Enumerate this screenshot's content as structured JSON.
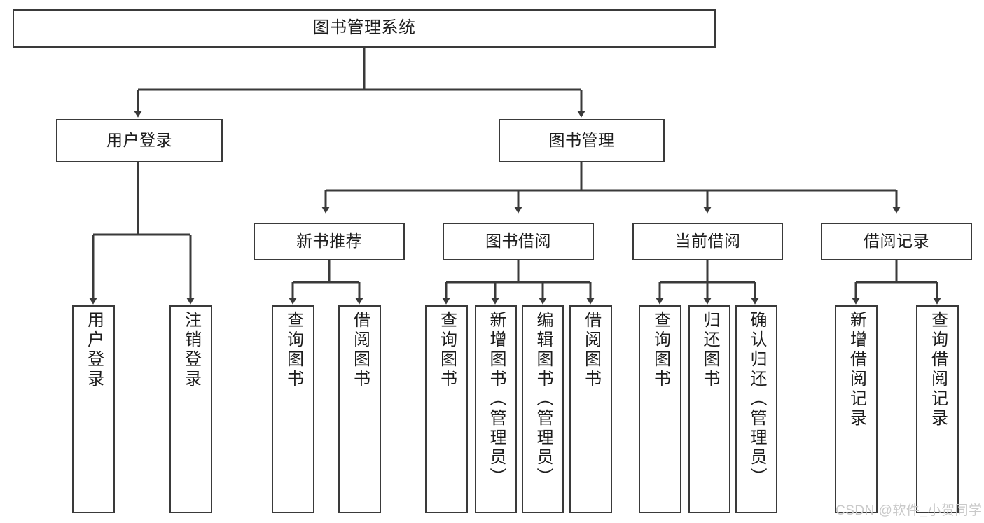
{
  "diagram": {
    "type": "tree-structure-chart",
    "title": "图书管理系统",
    "stroke_color": "#3a3a3a",
    "background_color": "#ffffff",
    "text_color": "#1c1c1c",
    "nodes": {
      "root": {
        "label": "图书管理系统",
        "level": 1
      },
      "l2": [
        {
          "id": "user-login",
          "label": "用户登录",
          "level": 2
        },
        {
          "id": "book-manage",
          "label": "图书管理",
          "level": 2
        }
      ],
      "l3": [
        {
          "id": "new-book-recommend",
          "label": "新书推荐",
          "level": 3
        },
        {
          "id": "book-borrow",
          "label": "图书借阅",
          "level": 3
        },
        {
          "id": "current-borrow",
          "label": "当前借阅",
          "level": 3
        },
        {
          "id": "borrow-record",
          "label": "借阅记录",
          "level": 3
        }
      ],
      "leaves": [
        {
          "id": "leaf-user-login",
          "label": "用户登录",
          "parent": "user-login"
        },
        {
          "id": "leaf-logout-login",
          "label": "注销登录",
          "parent": "user-login"
        },
        {
          "id": "leaf-query-book-1",
          "label": "查询图书",
          "parent": "new-book-recommend"
        },
        {
          "id": "leaf-borrow-book-1",
          "label": "借阅图书",
          "parent": "new-book-recommend"
        },
        {
          "id": "leaf-query-book-2",
          "label": "查询图书",
          "parent": "book-borrow"
        },
        {
          "id": "leaf-add-book",
          "label": "新增图书（管理员）",
          "parent": "book-borrow"
        },
        {
          "id": "leaf-edit-book",
          "label": "编辑图书（管理员）",
          "parent": "book-borrow"
        },
        {
          "id": "leaf-borrow-book-2",
          "label": "借阅图书",
          "parent": "book-borrow"
        },
        {
          "id": "leaf-query-book-3",
          "label": "查询图书",
          "parent": "current-borrow"
        },
        {
          "id": "leaf-return-book",
          "label": "归还图书",
          "parent": "current-borrow"
        },
        {
          "id": "leaf-confirm-return",
          "label": "确认归还（管理员）",
          "parent": "current-borrow"
        },
        {
          "id": "leaf-add-record",
          "label": "新增借阅记录",
          "parent": "borrow-record"
        },
        {
          "id": "leaf-query-record",
          "label": "查询借阅记录",
          "parent": "borrow-record"
        }
      ]
    }
  },
  "watermark": {
    "text": "CSDN @软件_小贺同学",
    "color": "#c9c9c9"
  }
}
